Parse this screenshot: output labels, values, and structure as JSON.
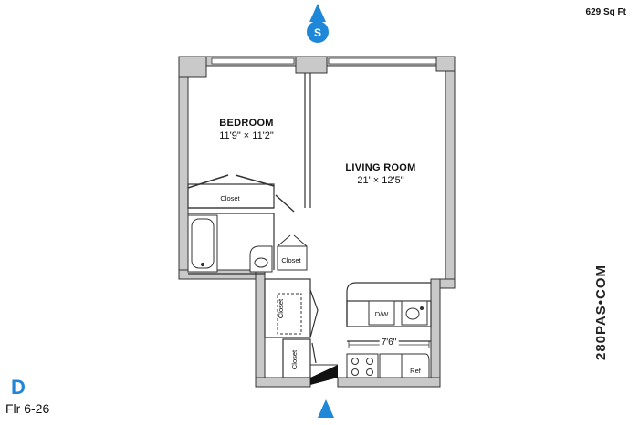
{
  "header": {
    "area": "629 Sq Ft",
    "compass_letter": "S"
  },
  "unit": {
    "letter": "D",
    "floor": "Flr 6-26"
  },
  "brand": "280PAS•COM",
  "rooms": {
    "bedroom": {
      "name": "BEDROOM",
      "dims": "11'9\" × 11'2\""
    },
    "living": {
      "name": "LIVING ROOM",
      "dims": "21' × 12'5\""
    }
  },
  "fixtures": {
    "bedroom_closet": "Closet",
    "bath_closet": "Closet",
    "hall_closet": "Closet",
    "entry_closet": "Closet",
    "dishwasher": "D/W",
    "refrigerator": "Ref",
    "kitchen_dim": "7'6\""
  },
  "colors": {
    "accent": "#1f87d8",
    "wall": "#c9c9c9",
    "outline": "#333333"
  }
}
